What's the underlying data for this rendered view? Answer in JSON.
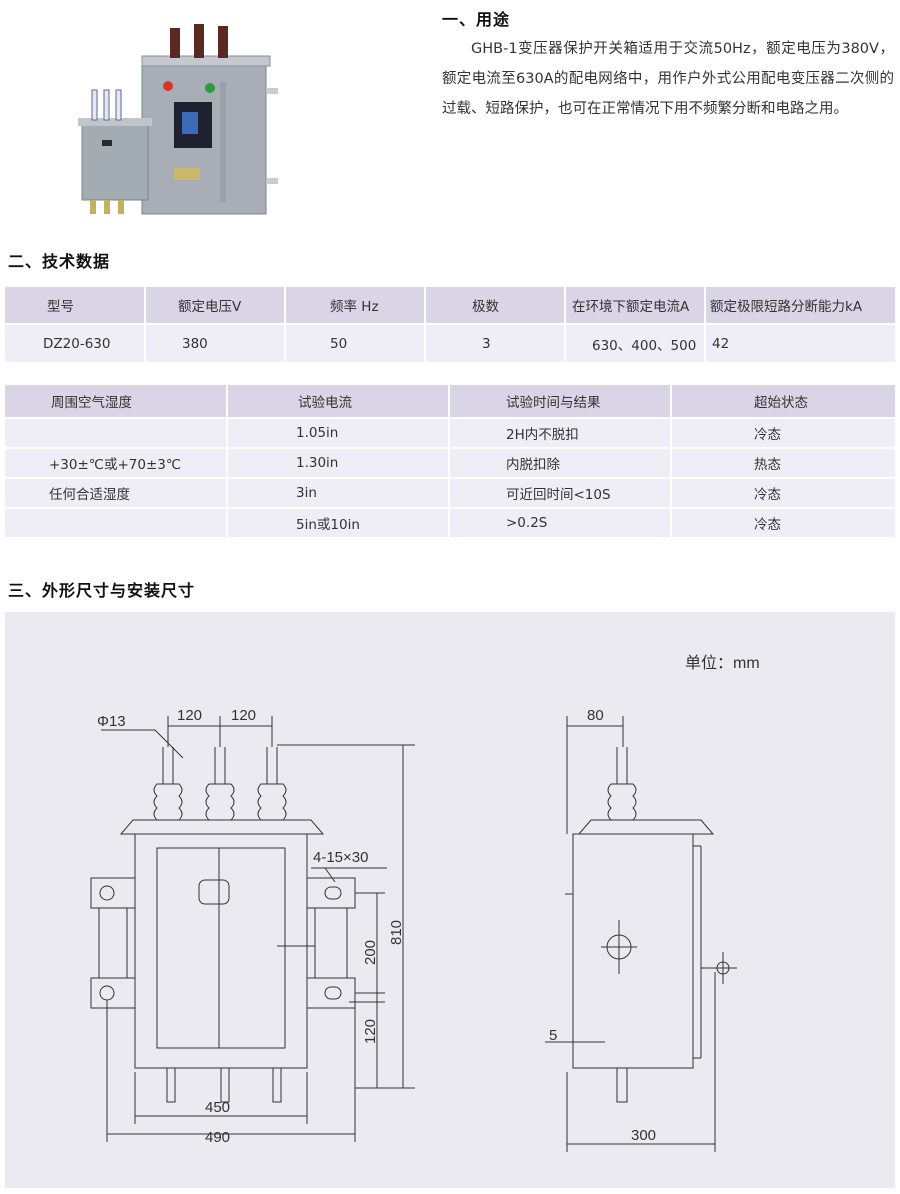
{
  "section1": {
    "title": "一、用途",
    "body": "GHB-1变压器保护开关箱适用于交流50Hz，额定电压为380V，额定电流至630A的配电网络中，用作户外式公用配电变压器二次侧的过载、短路保护，也可在正常情况下用不频繁分断和电路之用。"
  },
  "section2": {
    "title": "二、技术数据"
  },
  "table1": {
    "headers": [
      "型号",
      "额定电压V",
      "频率 Hz",
      "极数",
      "在环境下额定电流A",
      "额定极限短路分断能力kA"
    ],
    "rows": [
      [
        "DZ20-630",
        "380",
        "50",
        "3",
        "630、400、500",
        "42"
      ]
    ]
  },
  "table2": {
    "headers": [
      "周围空气湿度",
      "试验电流",
      "试验时间与结果",
      "超始状态"
    ],
    "rows": [
      [
        "",
        "1.05in",
        "2H内不脱扣",
        "冷态"
      ],
      [
        "+30±℃或+70±3℃",
        "1.30in",
        "内脱扣除",
        "热态"
      ],
      [
        "任何合适湿度",
        "3in",
        "可近回时间<10S",
        "冷态"
      ],
      [
        "",
        "5in或10in",
        ">0.2S",
        "冷态"
      ]
    ]
  },
  "section3": {
    "title": "三、外形尺寸与安装尺寸"
  },
  "drawing": {
    "unit": "单位：mm",
    "front": {
      "phi": "Φ13",
      "spacing1": "120",
      "spacing2": "120",
      "slot": "4-15×30",
      "height_total": "810",
      "height_200": "200",
      "height_120": "120",
      "width_450": "450",
      "width_490": "490"
    },
    "side": {
      "top": "80",
      "offset": "5",
      "width": "300"
    }
  }
}
